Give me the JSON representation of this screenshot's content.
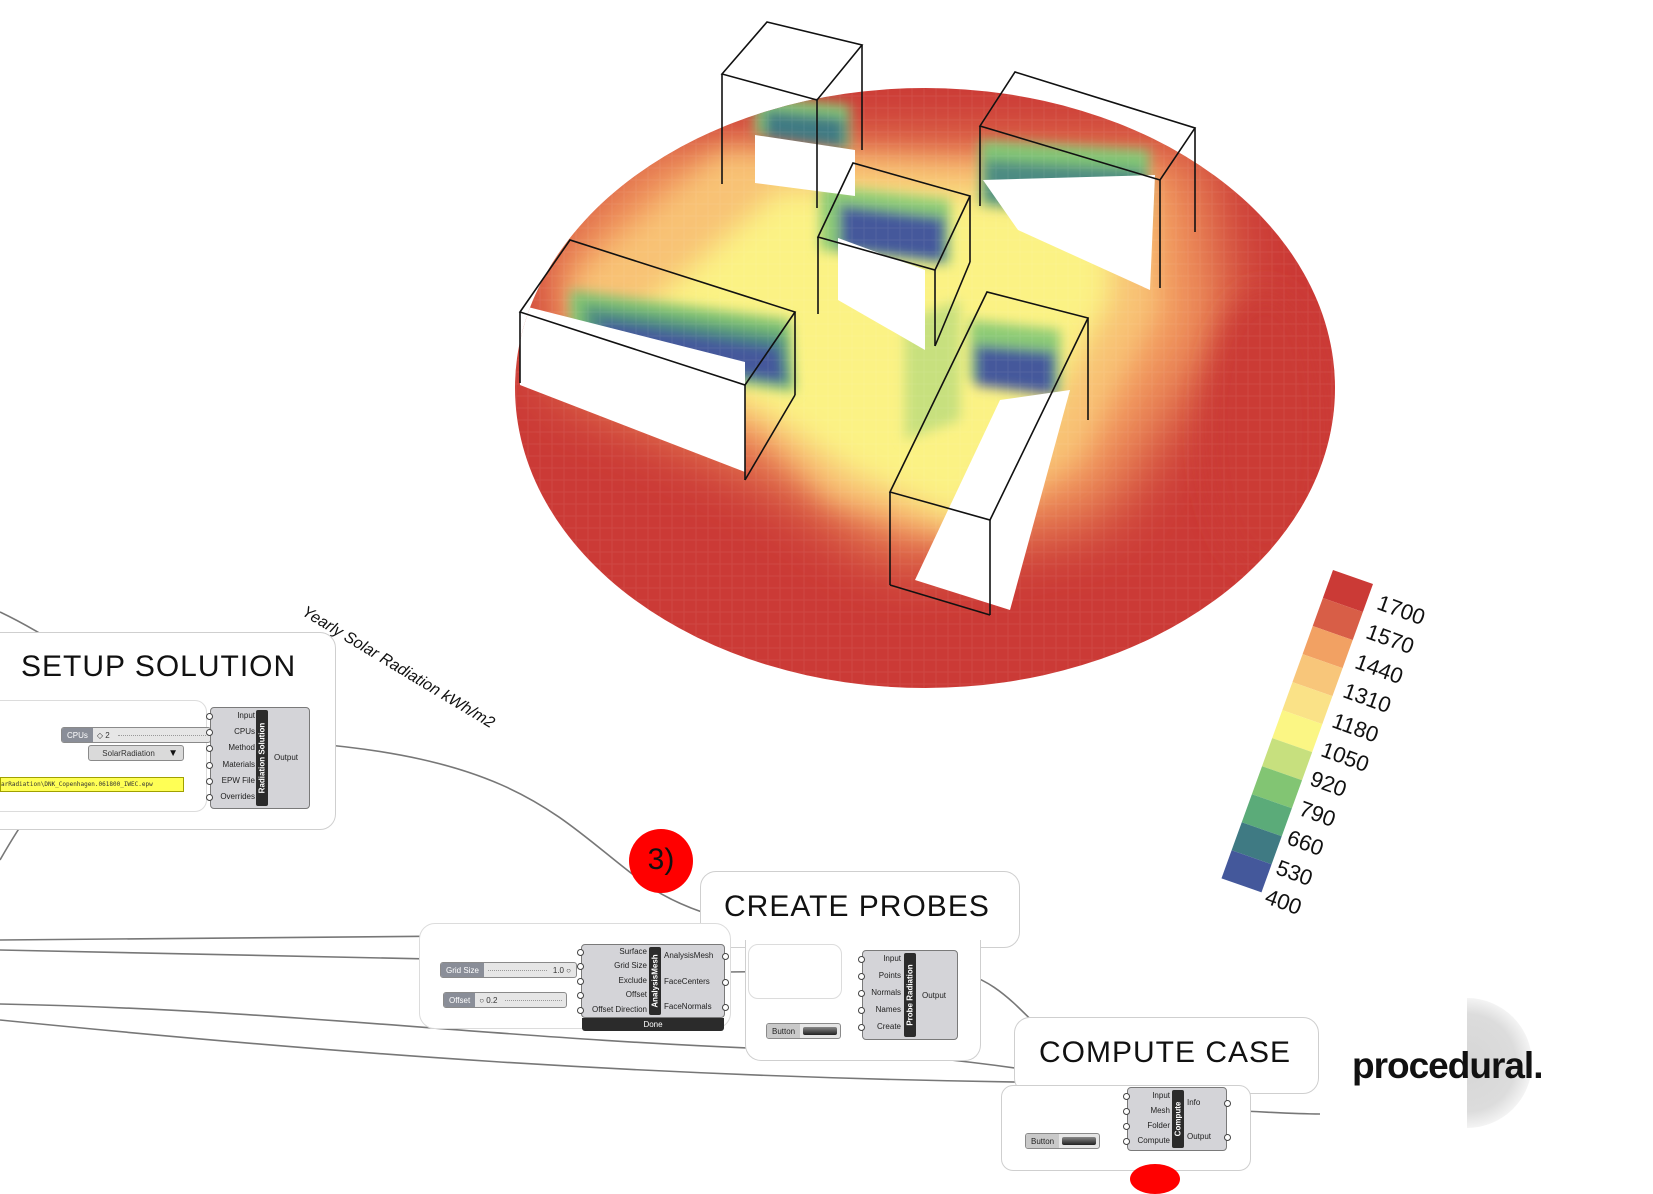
{
  "caption": "Yearly Solar Radiation kWh/m2",
  "logo": "procedural.",
  "legend": {
    "labels": [
      "1700",
      "1570",
      "1440",
      "1310",
      "1180",
      "1050",
      "920",
      "790",
      "660",
      "530",
      "400"
    ],
    "colors": [
      "#cb3a36",
      "#d85e47",
      "#f2a163",
      "#f8c67a",
      "#fae287",
      "#fbf684",
      "#c7e07e",
      "#82c573",
      "#5bab79",
      "#3f7a83",
      "#44589b"
    ]
  },
  "groups": {
    "setup": {
      "title": "SETUP SOLUTION",
      "cpus_label": "CPUs",
      "cpus_value": "2",
      "method_value": "SolarRadiation",
      "epw_path": "arRadiation\\DNK_Copenhagen.061800_IWEC.epw",
      "component": {
        "name": "Radiation Solution",
        "inputs": [
          "Input",
          "CPUs",
          "Method",
          "Materials",
          "EPW File",
          "Overrides"
        ],
        "output": "Output"
      }
    },
    "probes": {
      "badge": "3)",
      "title": "CREATE PROBES",
      "grid_size_label": "Grid Size",
      "grid_size_value": "1.0",
      "offset_label": "Offset",
      "offset_value": "0.2",
      "button_label": "Button",
      "mesh_component": {
        "name": "AnalysisMesh",
        "inputs": [
          "Surface",
          "Grid Size",
          "Exclude",
          "Offset",
          "Offset Direction"
        ],
        "outputs": [
          "AnalysisMesh",
          "FaceCenters",
          "FaceNormals"
        ],
        "status": "Done"
      },
      "probe_component": {
        "name": "Probe Radiation",
        "inputs": [
          "Input",
          "Points",
          "Normals",
          "Names",
          "Create"
        ],
        "output": "Output"
      }
    },
    "compute": {
      "title": "COMPUTE CASE",
      "button_label": "Button",
      "component": {
        "name": "Compute",
        "inputs": [
          "Input",
          "Mesh",
          "Folder",
          "Compute"
        ],
        "outputs": [
          "Info",
          "Output"
        ]
      }
    }
  }
}
